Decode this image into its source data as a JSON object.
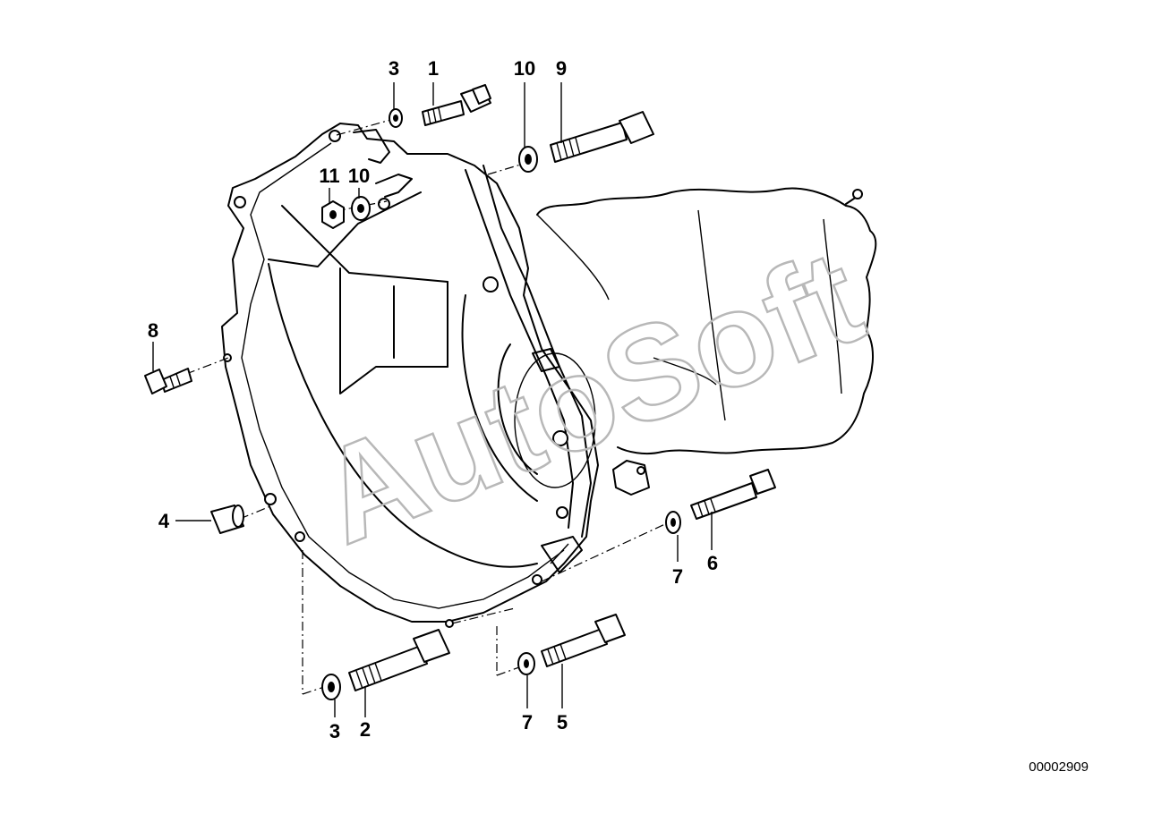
{
  "watermark": "AutoSoft",
  "document_number": "00002909",
  "callouts": {
    "c1": "1",
    "c2": "2",
    "c3_top": "3",
    "c3_bottom": "3",
    "c4": "4",
    "c5": "5",
    "c6": "6",
    "c7_right": "7",
    "c7_bottom": "7",
    "c8": "8",
    "c9": "9",
    "c10_top": "10",
    "c10_mid": "10",
    "c11": "11"
  }
}
